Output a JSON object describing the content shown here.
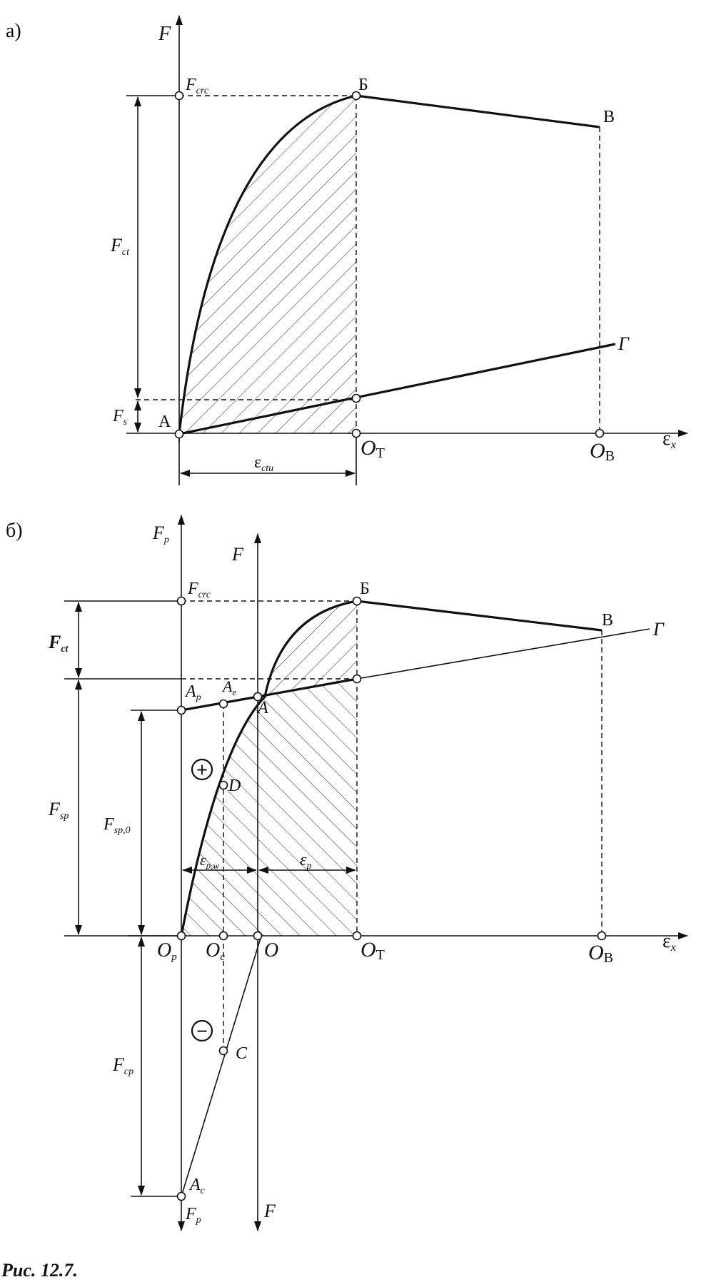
{
  "part_a": {
    "part_label": "а)",
    "axis_y": "F",
    "axis_x": "ε",
    "axis_x_sub": "x",
    "f_crc": "F",
    "f_crc_sub": "crc",
    "f_ct": "F",
    "f_ct_sub": "ct",
    "f_s": "F",
    "f_s_sub": "s",
    "pt_a": "А",
    "pt_b": "Б",
    "pt_v": "В",
    "pt_g": "Г",
    "o_t": "O",
    "o_t_sub": "Т",
    "o_v": "O",
    "o_v_sub": "В",
    "eps_ctu": "ε",
    "eps_ctu_sub": "ctu"
  },
  "part_b": {
    "part_label": "б)",
    "axis_fp_top": "F",
    "axis_fp_top_sub": "p",
    "axis_f_top": "F",
    "axis_fp_bottom": "F",
    "axis_fp_bottom_sub": "p",
    "axis_f_bottom": "F",
    "axis_x": "ε",
    "axis_x_sub": "x",
    "f_crc": "F",
    "f_crc_sub": "crc",
    "f_ct": "F",
    "f_ct_sub": "ct",
    "f_sp": "F",
    "f_sp_sub": "sp",
    "f_sp0": "F",
    "f_sp0_sub": "sp,0",
    "f_cp": "F",
    "f_cp_sub": "cp",
    "pt_ap": "A",
    "pt_ap_sub": "p",
    "pt_ae": "A",
    "pt_ae_sub": "e",
    "pt_a": "A",
    "pt_d": "D",
    "pt_c": "C",
    "pt_ac": "A",
    "pt_ac_sub": "c",
    "pt_b": "Б",
    "pt_v": "В",
    "pt_g": "Г",
    "o_p": "O",
    "o_p_sub": "p",
    "o_c": "O",
    "o_c_sub": "c",
    "o": "O",
    "o_t": "O",
    "o_t_sub": "Т",
    "o_v": "O",
    "o_v_sub": "В",
    "eps_pw": "ε",
    "eps_pw_sub": "p,w",
    "eps_p": "ε",
    "eps_p_sub": "p",
    "plus_sign": "+",
    "minus_sign": "−"
  },
  "caption": "Рис. 12.7."
}
